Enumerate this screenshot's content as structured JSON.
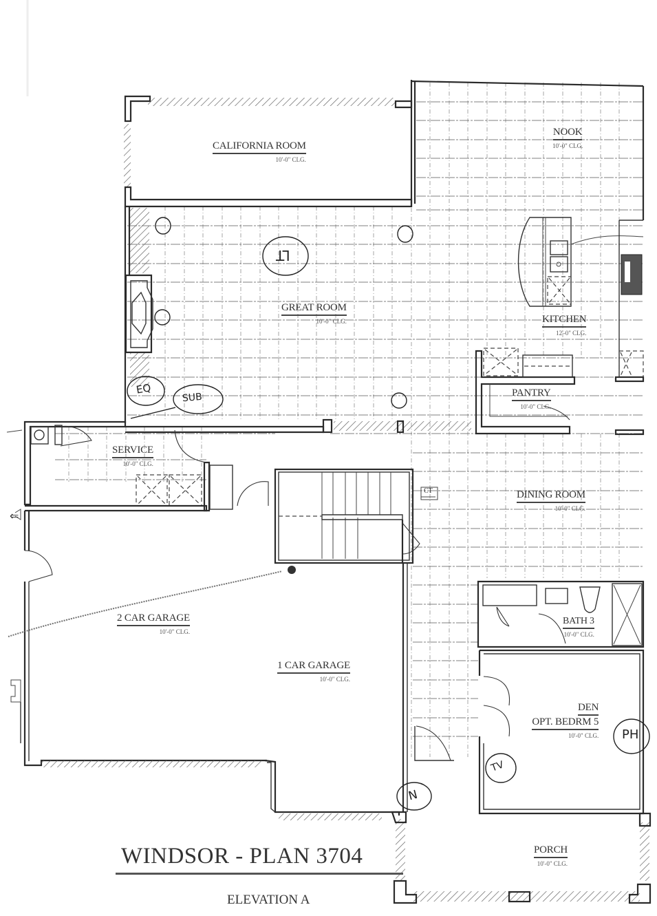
{
  "document": {
    "title": "WINDSOR - PLAN 3704",
    "subtitle": "ELEVATION A"
  },
  "rooms": [
    {
      "id": "california-room",
      "name": "CALIFORNIA ROOM",
      "ceiling": "10'-0\" CLG."
    },
    {
      "id": "nook",
      "name": "NOOK",
      "ceiling": "10'-0\" CLG."
    },
    {
      "id": "great-room",
      "name": "GREAT ROOM",
      "ceiling": "10'-0\" CLG."
    },
    {
      "id": "kitchen",
      "name": "KITCHEN",
      "ceiling": "12'-0\" CLG."
    },
    {
      "id": "pantry",
      "name": "PANTRY",
      "ceiling": "10'-0\" CLG."
    },
    {
      "id": "service",
      "name": "SERVICE",
      "ceiling": "10'-0\" CLG."
    },
    {
      "id": "dining-room",
      "name": "DINING ROOM",
      "ceiling": "10'-0\" CLG."
    },
    {
      "id": "bath-3",
      "name": "BATH 3",
      "ceiling": "10'-0\" CLG."
    },
    {
      "id": "two-car-garage",
      "name": "2 CAR GARAGE",
      "ceiling": "10'-0\" CLG."
    },
    {
      "id": "one-car-garage",
      "name": "1 CAR GARAGE",
      "ceiling": "10'-0\" CLG."
    },
    {
      "id": "den",
      "name": "DEN",
      "name2": "OPT. BEDRM 5",
      "ceiling": "10'-0\" CLG."
    },
    {
      "id": "porch",
      "name": "PORCH",
      "ceiling": "10'-0\" CLG."
    }
  ],
  "annotations": {
    "stair_tag": "CT",
    "handwritten": [
      {
        "id": "great-room-mark",
        "text": "LT"
      },
      {
        "id": "eq-mark",
        "text": "EQ"
      },
      {
        "id": "sub-mark",
        "text": "SUB"
      },
      {
        "id": "ph-mark",
        "text": "PH"
      },
      {
        "id": "tv-mark",
        "text": "TV"
      },
      {
        "id": "n-mark",
        "text": "N"
      }
    ]
  },
  "colors": {
    "ink": "#2a2a2a",
    "paper": "#ffffff",
    "grid": "#555555"
  }
}
